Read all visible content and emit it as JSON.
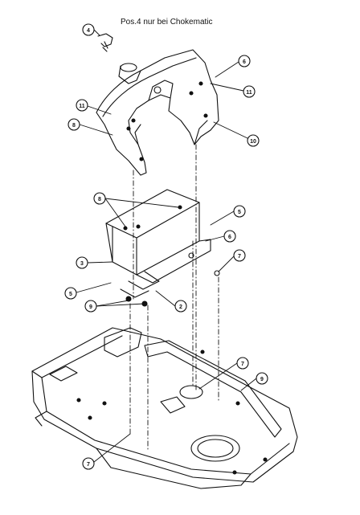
{
  "title": "Pos.4 nur bei Chokematic",
  "callouts": [
    "4",
    "6",
    "11",
    "11",
    "8",
    "10",
    "8",
    "5",
    "6",
    "3",
    "7",
    "5",
    "9",
    "2",
    "7",
    "9",
    "7"
  ]
}
